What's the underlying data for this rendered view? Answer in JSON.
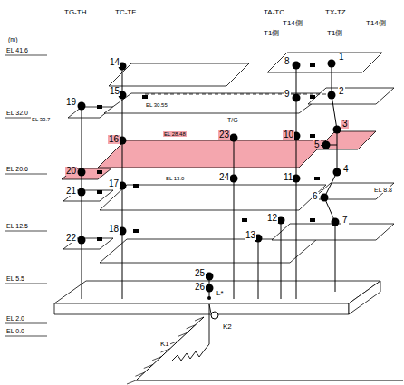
{
  "diagram": {
    "labels": [
      "TG-TH",
      "TC-TF",
      "TA-TC",
      "T14側",
      "T1側",
      "TX-TZ",
      "T14側",
      "T1側",
      "(m)",
      "EL 41.6",
      "EL 32.0",
      "EL 33.7",
      "EL 20.6",
      "EL 12.5",
      "EL 5.5",
      "EL 2.0",
      "EL 0.0",
      "EL 30.55",
      "T/G",
      "EL 28.48",
      "EL 13.0",
      "EL 8.8",
      "14",
      "8",
      "1",
      "19",
      "15",
      "9",
      "2",
      "3",
      "20",
      "16",
      "23",
      "10",
      "5",
      "24",
      "11",
      "4",
      "21",
      "17",
      "6",
      "7",
      "12",
      "22",
      "18",
      "13",
      "25",
      "26",
      "L*",
      "K1",
      "K2"
    ]
  }
}
